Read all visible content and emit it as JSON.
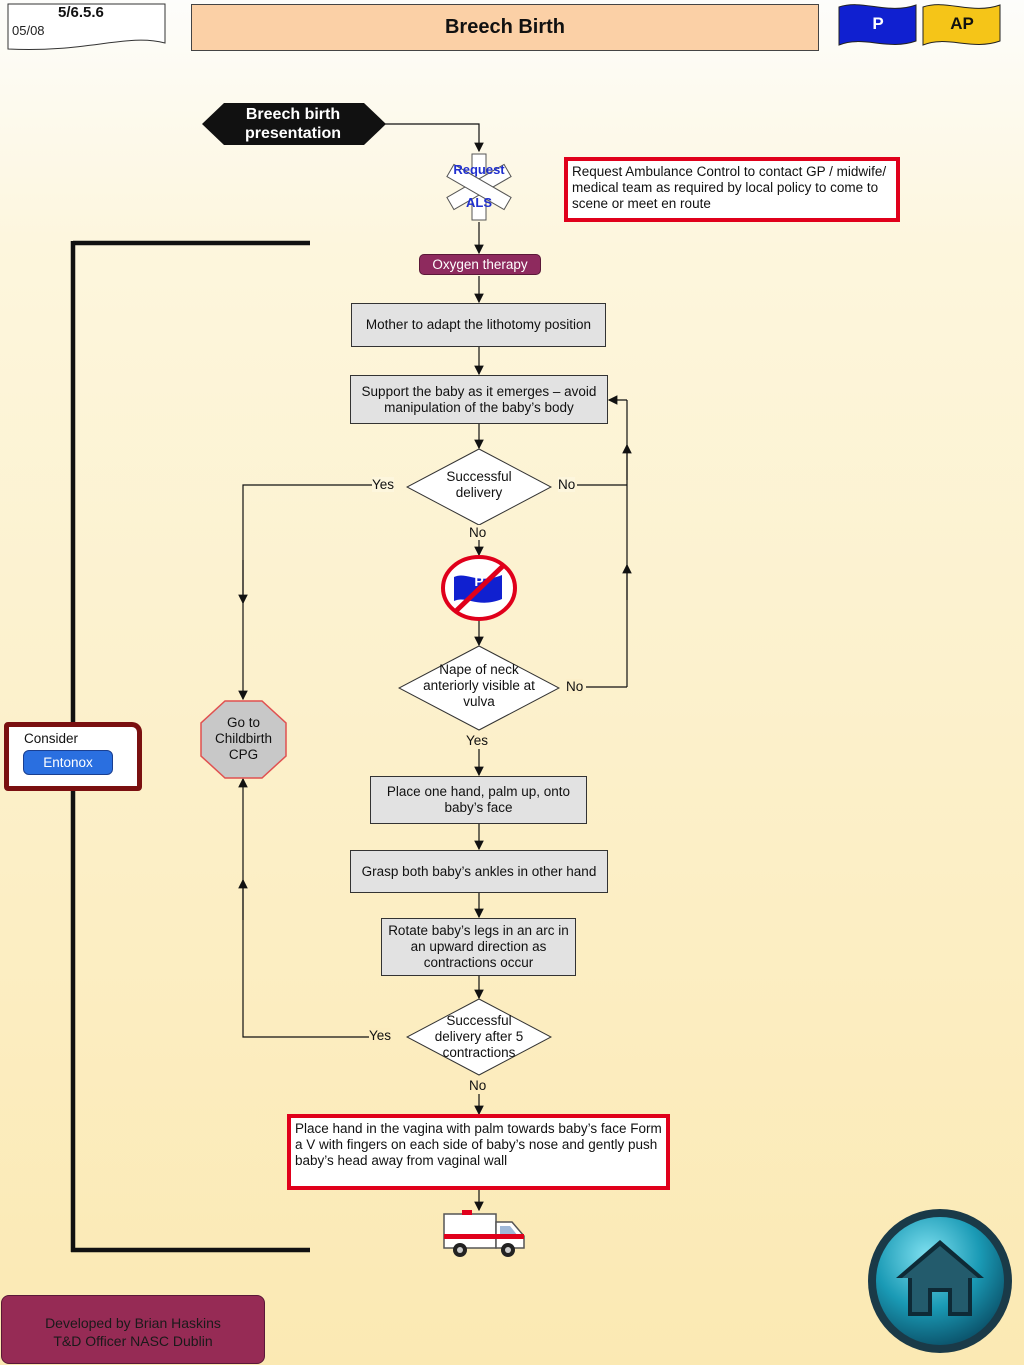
{
  "header": {
    "code": "5/6.5.6",
    "date": "05/08",
    "title": "Breech Birth",
    "badge_p": "P",
    "badge_ap": "AP"
  },
  "flow": {
    "start": "Breech birth presentation",
    "request_line1": "Request",
    "request_line2": "ALS",
    "request_note": "Request Ambulance Control to contact GP / midwife/ medical team as required by local policy to come to scene or meet en route",
    "oxygen": "Oxygen therapy",
    "lithotomy": "Mother to adapt the lithotomy position",
    "support": "Support the baby as it emerges – avoid manipulation of the baby’s body",
    "decision1": "Successful delivery",
    "no_p_badge": "P",
    "decision2": "Nape of neck anteriorly visible at vulva",
    "palm_face": "Place one hand, palm up, onto baby’s face",
    "grasp": "Grasp both baby’s ankles in other hand",
    "rotate": "Rotate baby’s legs in an arc in an upward direction as contractions occur",
    "decision3": "Successful delivery after 5 contractions",
    "vagina_step": "Place hand in the vagina with palm towards baby’s face Form a V with fingers on each side of baby’s nose and gently push baby’s head away from vaginal wall",
    "childbirth": "Go to Childbirth CPG",
    "yes": "Yes",
    "no": "No"
  },
  "consider": {
    "label": "Consider",
    "drug": "Entonox"
  },
  "footer": {
    "credit_line1": "Developed by Brian Haskins",
    "credit_line2": "T&D Officer NASC Dublin"
  },
  "colors": {
    "alert_red": "#e0001b",
    "p_blue": "#1020d0",
    "ap_yellow": "#f5c518",
    "oxygen_purple": "#8e2a5e",
    "footer_maroon": "#962b55",
    "title_peach": "#fbd0a6"
  }
}
